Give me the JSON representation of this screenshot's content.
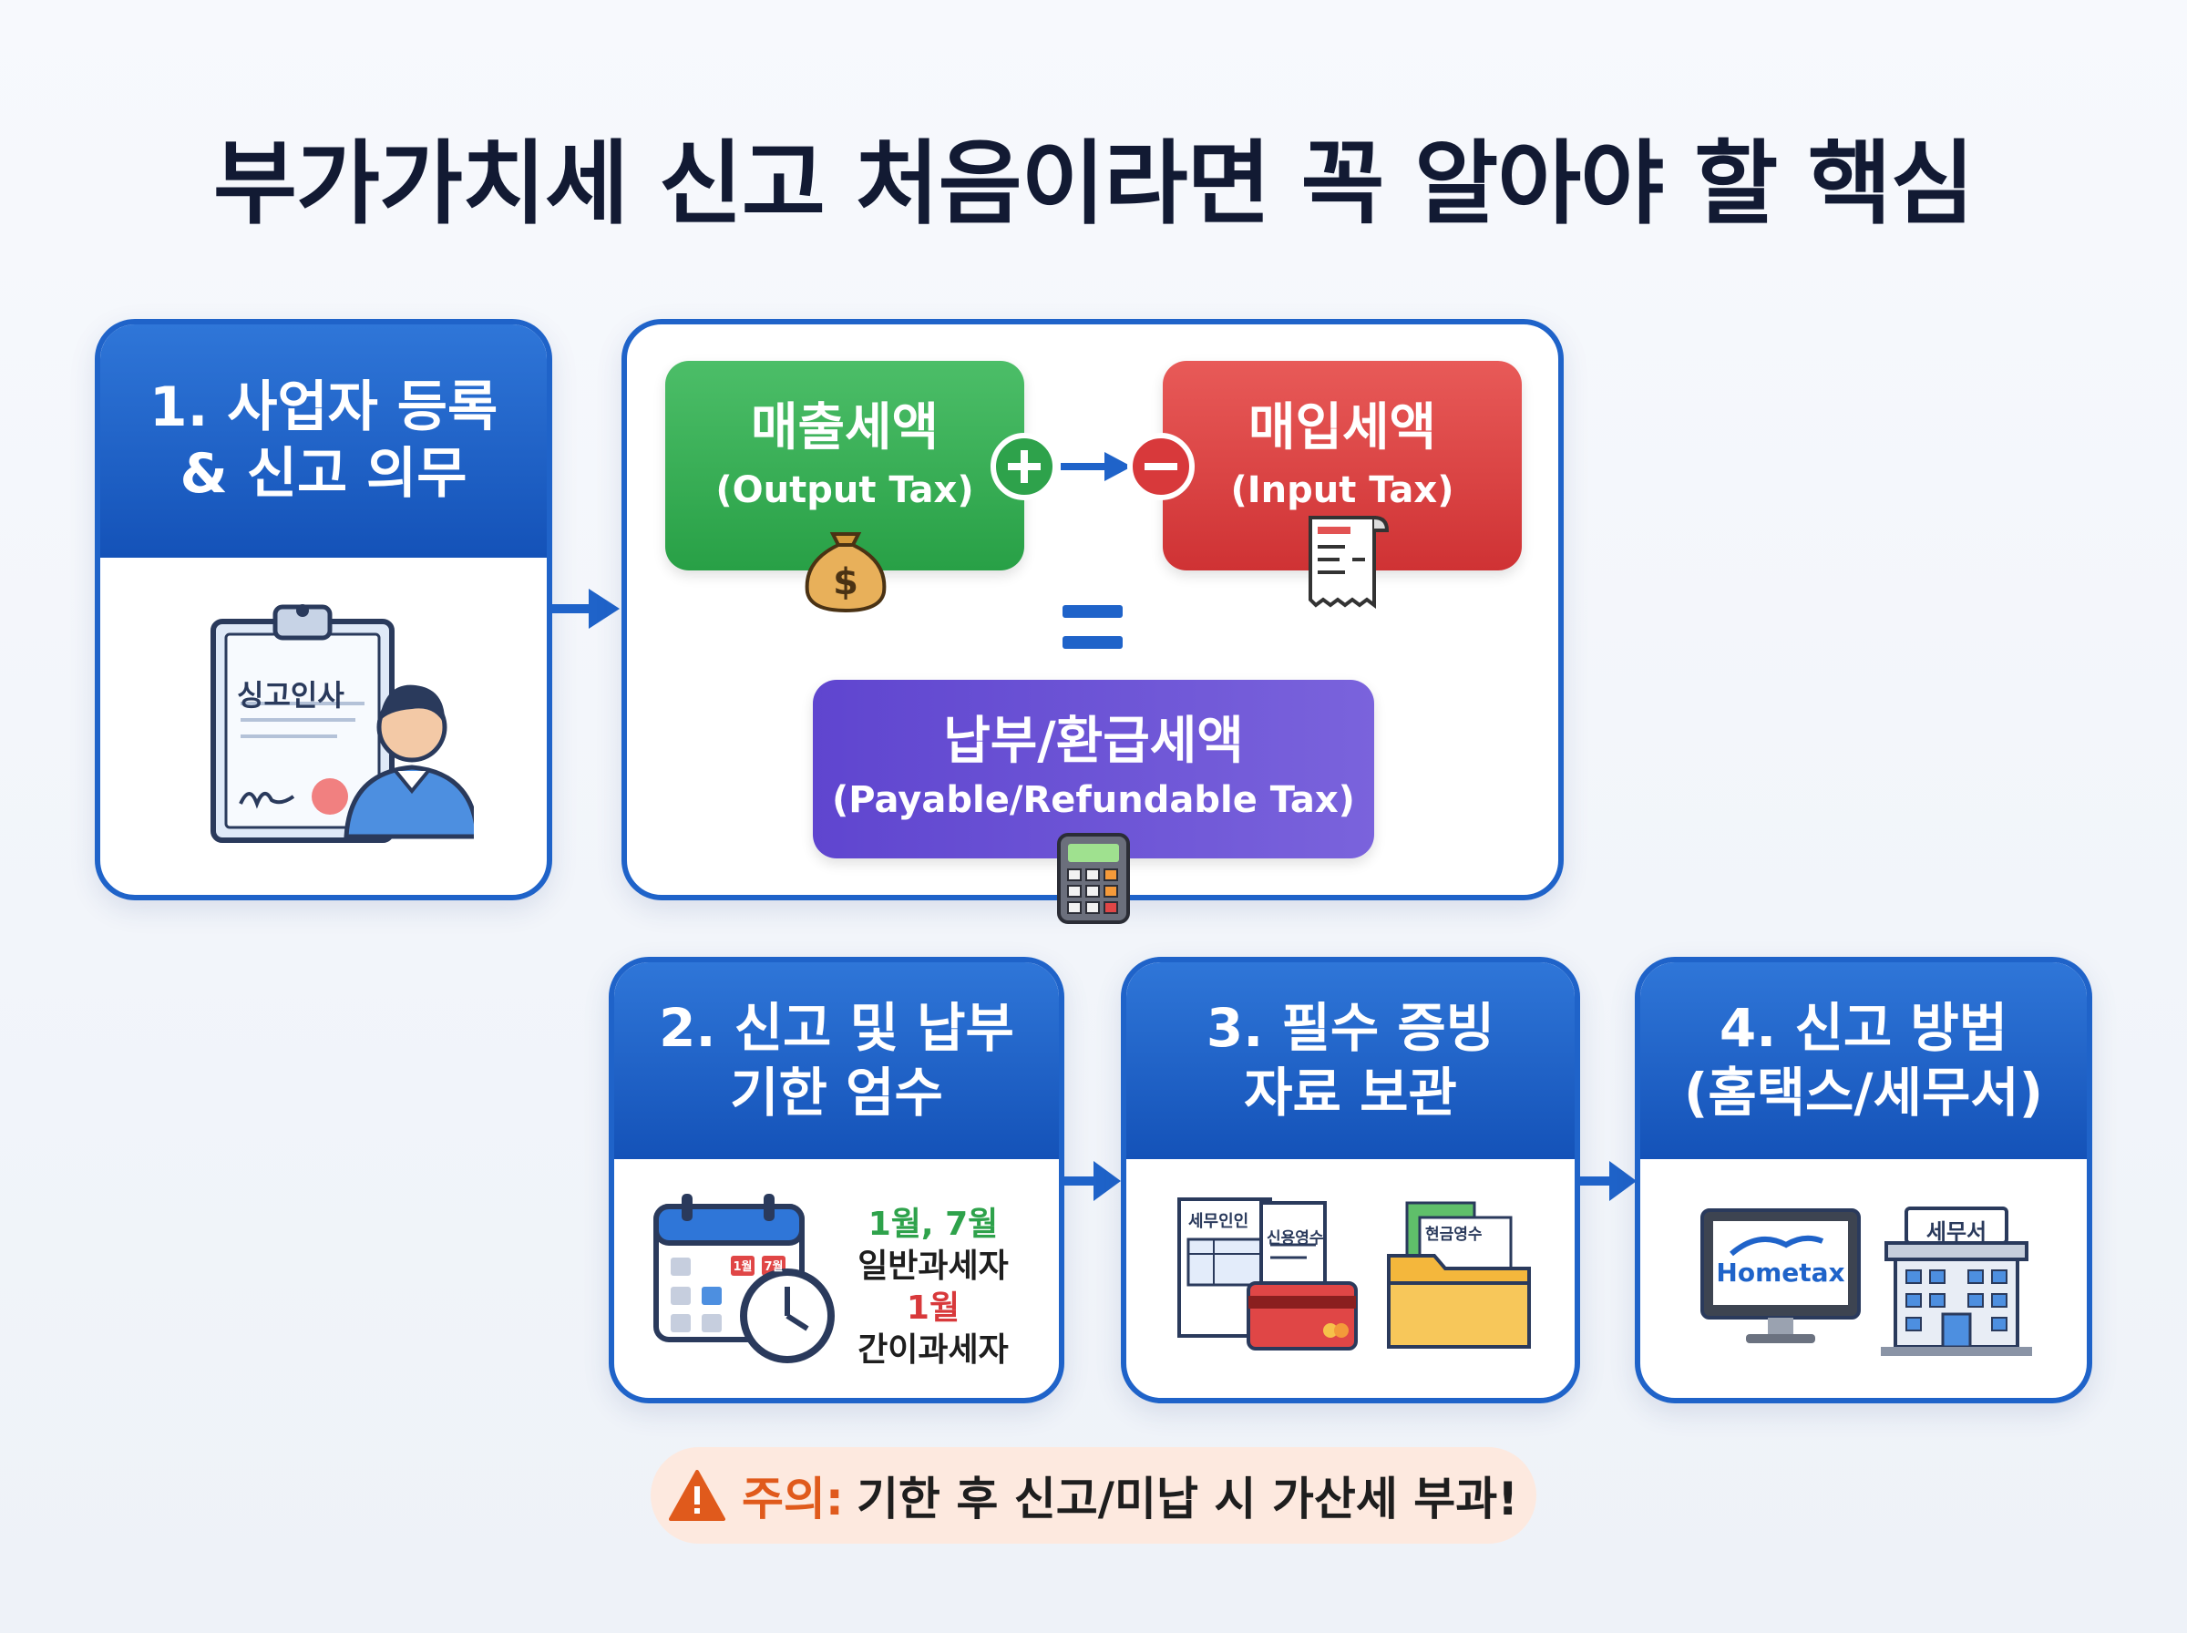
{
  "title": "부가가치세 신고 처음이라면 꼭 알아야 할 핵심",
  "step1": {
    "line1": "1. 사업자 등록",
    "line2": "& 신고 의무",
    "doc_label": "싱고인사"
  },
  "formula": {
    "output": {
      "kr": "매출세액",
      "en": "(Output Tax)",
      "color": "#2ea24b"
    },
    "input": {
      "kr": "매입세액",
      "en": "(Input Tax)",
      "color": "#d8393b"
    },
    "result": {
      "kr": "납부/환급세액",
      "en": "(Payable/Refundable Tax)",
      "color": "#6048cf"
    },
    "plus": "+",
    "minus": "−",
    "equals": "="
  },
  "step2": {
    "line1": "2. 신고 및 납부",
    "line2": "기한 엄수",
    "cal_badge1": "1월",
    "cal_badge2": "7월",
    "date_general": "1월, 7월",
    "label_general": "일반과세자",
    "date_simple": "1월",
    "label_simple": "간이과세자"
  },
  "step3": {
    "line1": "3. 필수 증빙",
    "line2": "자료 보관",
    "doc1": "세무인인",
    "doc2": "신용영수",
    "doc3": "현금영수"
  },
  "step4": {
    "line1": "4. 신고 방법",
    "line2": "(홈택스/세무서)",
    "hometax": "Hometax",
    "office": "세무서"
  },
  "warning": {
    "label": "주의:",
    "text": "기한 후 신고/미납 시 가산세 부과!",
    "icon": "warning-icon"
  },
  "colors": {
    "blue": "#1f63c9",
    "green": "#2ea24b",
    "red": "#d8393b",
    "purple": "#6048cf",
    "orange": "#e05a1c"
  }
}
